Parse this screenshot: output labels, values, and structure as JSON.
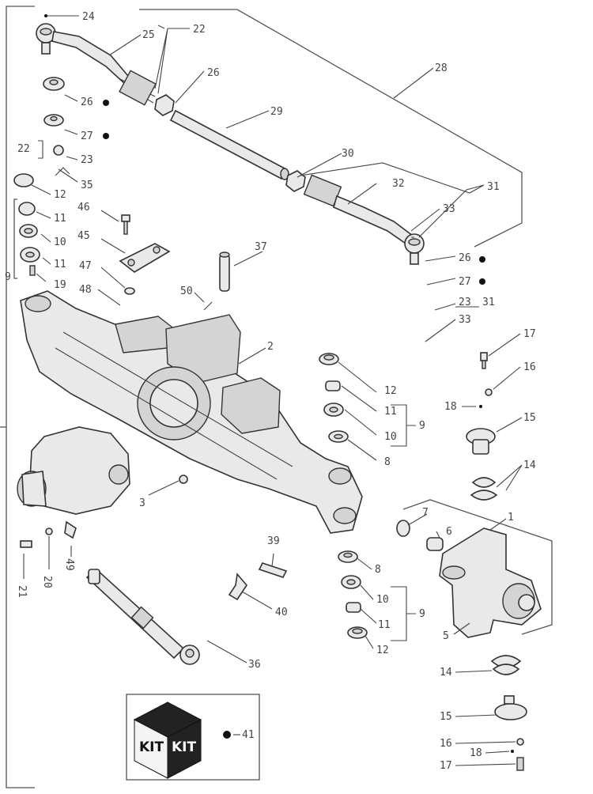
{
  "callouts": {
    "c24a": "24",
    "c22a": "22",
    "c25": "25",
    "c28": "28",
    "c26a": "26",
    "c29": "29",
    "c26b": "26",
    "c27a": "27",
    "c22b": "22",
    "c23a": "23",
    "c35": "35",
    "c30": "30",
    "c32a": "32",
    "c31a": "31",
    "c33": "33",
    "c12a": "12",
    "c11a": "11",
    "c10a": "10",
    "c11b": "11",
    "c9a": "9",
    "c19": "19",
    "c46": "46",
    "c45": "45",
    "c37": "37",
    "c47": "47",
    "c48": "48",
    "c50": "50",
    "c2": "2",
    "c26c": "26",
    "c27b": "27",
    "c23b": "23",
    "c31b": "31",
    "c33b": "33",
    "c17a": "17",
    "c16a": "16",
    "c18a": "18",
    "c15a": "15",
    "c14a": "14",
    "c12b": "12",
    "c11c": "11",
    "c10b": "10",
    "c8a": "8",
    "c9b": "9",
    "c3": "3",
    "c7": "7",
    "c6": "6",
    "c1": "1",
    "c5": "5",
    "c39": "39",
    "c40": "40",
    "c8b": "8",
    "c10c": "10",
    "c11d": "11",
    "c12c": "12",
    "c9c": "9",
    "c21": "21",
    "c20": "20",
    "c49": "49",
    "c36": "36",
    "c14b": "14",
    "c15b": "15",
    "c16b": "16",
    "c18b": "18",
    "c17b": "17",
    "c41": "41"
  },
  "kit": {
    "left": "KIT",
    "right": "KIT",
    "number": "41"
  },
  "icons": [
    "kit-box-icon",
    "kit-dot-icon"
  ]
}
